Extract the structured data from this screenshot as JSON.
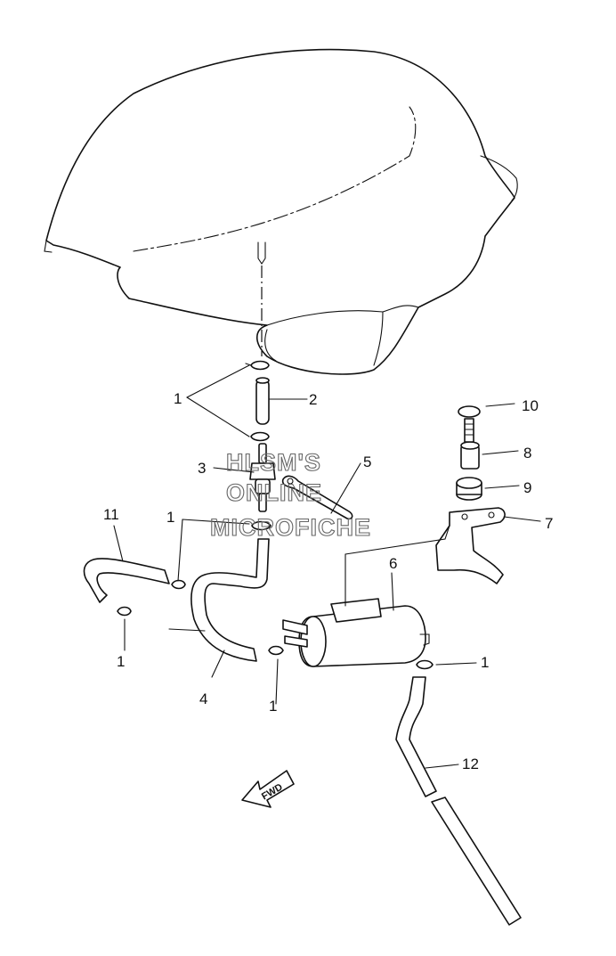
{
  "watermark": {
    "line1": "HLSM'S",
    "line2": "ONLINE",
    "line3": "MICROFICHE"
  },
  "direction_arrow": {
    "label": "FWD"
  },
  "callouts": [
    {
      "id": "c1a",
      "number": "1",
      "part": "clip"
    },
    {
      "id": "c2",
      "number": "2",
      "part": "hose-short"
    },
    {
      "id": "c3",
      "number": "3",
      "part": "joint-valve"
    },
    {
      "id": "c5",
      "number": "5",
      "part": "holder"
    },
    {
      "id": "c10",
      "number": "10",
      "part": "screw"
    },
    {
      "id": "c8",
      "number": "8",
      "part": "collar"
    },
    {
      "id": "c9",
      "number": "9",
      "part": "grommet"
    },
    {
      "id": "c7",
      "number": "7",
      "part": "bracket"
    },
    {
      "id": "c11",
      "number": "11",
      "part": "hose-bent"
    },
    {
      "id": "c1b",
      "number": "1",
      "part": "clip"
    },
    {
      "id": "c6",
      "number": "6",
      "part": "canister"
    },
    {
      "id": "c1c",
      "number": "1",
      "part": "clip"
    },
    {
      "id": "c1d",
      "number": "1",
      "part": "clip"
    },
    {
      "id": "c4",
      "number": "4",
      "part": "hose-long"
    },
    {
      "id": "c1e",
      "number": "1",
      "part": "clip"
    },
    {
      "id": "c12",
      "number": "12",
      "part": "drain-hose"
    }
  ]
}
